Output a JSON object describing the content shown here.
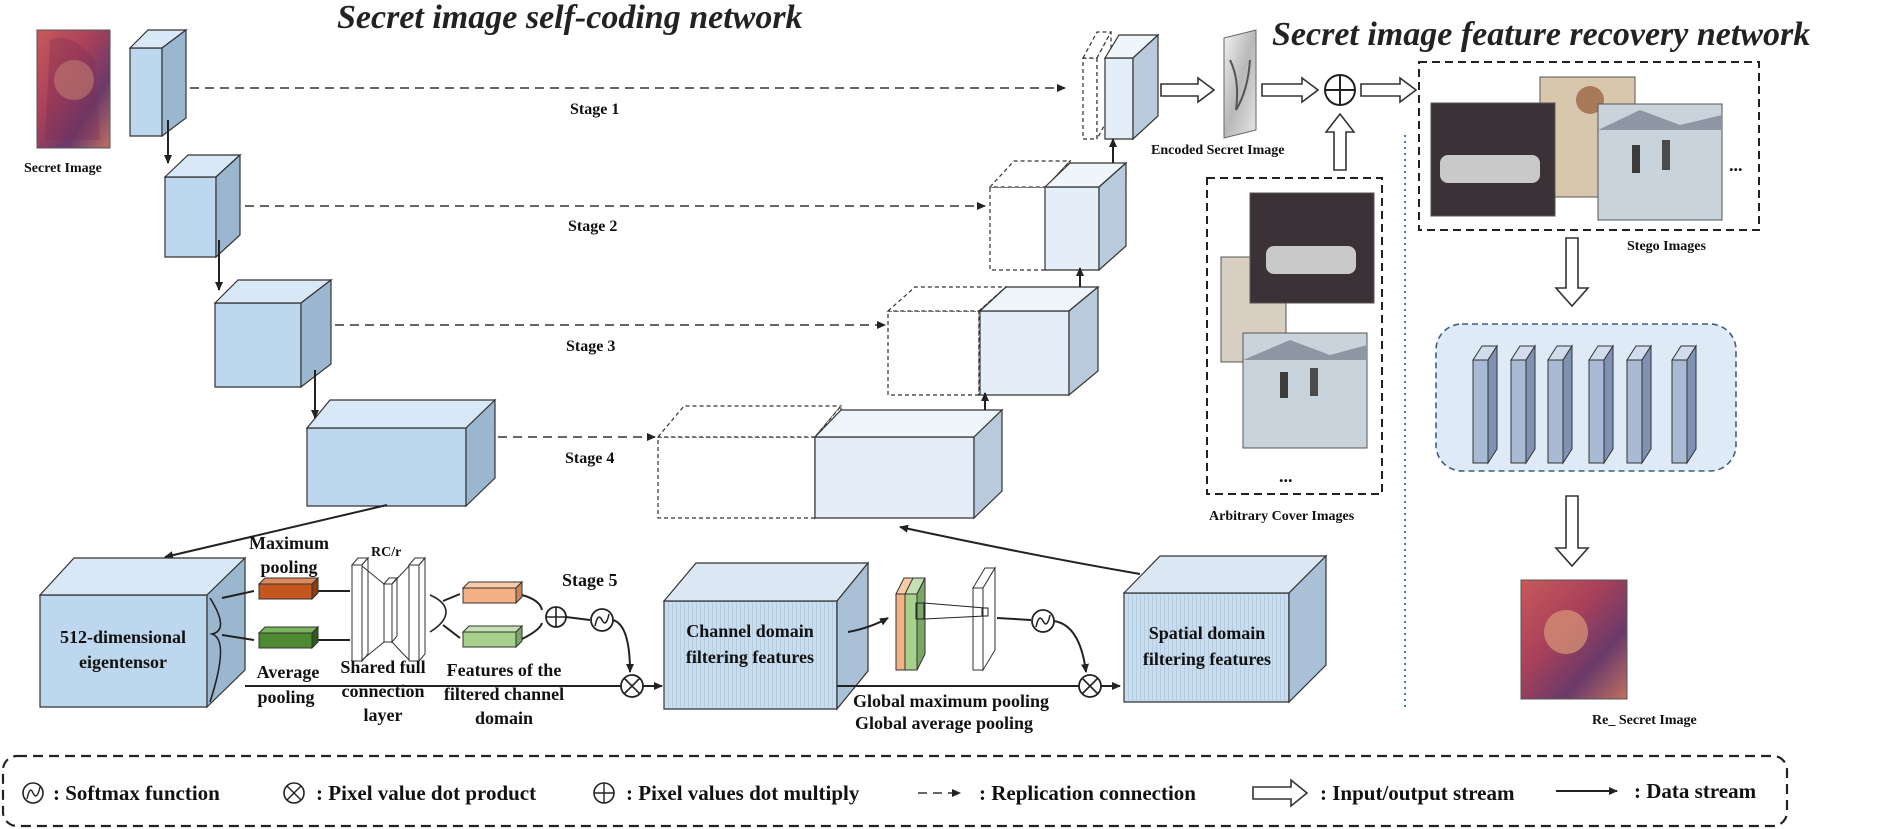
{
  "titles": {
    "left": "Secret image self-coding network",
    "right": "Secret image feature recovery network"
  },
  "labels": {
    "secret_image": "Secret Image",
    "encoded_secret_image": "Encoded Secret Image",
    "arbitrary_cover_images": "Arbitrary Cover Images",
    "stego_images": "Stego Images",
    "re_secret_image": "Re_ Secret Image",
    "ellipsis": "...",
    "rc_r": "RC/r",
    "eigentensor": [
      "512-dimensional",
      "eigentensor"
    ],
    "maximum_pooling": [
      "Maximum",
      "pooling"
    ],
    "average_pooling": [
      "Average",
      "pooling"
    ],
    "shared_fc": [
      "Shared full",
      "connection",
      "layer"
    ],
    "filtered_channel": [
      "Features of the",
      "filtered channel",
      "domain"
    ],
    "channel_domain": [
      "Channel domain",
      "filtering features"
    ],
    "spatial_domain": [
      "Spatial domain",
      "filtering features"
    ],
    "global_max_pooling": "Global maximum pooling",
    "global_avg_pooling": "Global average pooling"
  },
  "stages": [
    "Stage 1",
    "Stage 2",
    "Stage 3",
    "Stage 4",
    "Stage 5"
  ],
  "legend": [
    {
      "symbol": "softmax-symbol",
      "text": ": Softmax function"
    },
    {
      "symbol": "dot-product-symbol",
      "text": ": Pixel value dot product"
    },
    {
      "symbol": "dot-multiply-symbol",
      "text": ": Pixel values dot multiply"
    },
    {
      "symbol": "replication-arrow",
      "text": ": Replication connection"
    },
    {
      "symbol": "io-arrow",
      "text": ": Input/output stream"
    },
    {
      "symbol": "data-arrow",
      "text": ": Data stream"
    }
  ],
  "colors": {
    "block_front": "#bdd7ee",
    "block_top": "#d9e8f6",
    "block_side": "#9bb6cf",
    "max_pool": "#c5561f",
    "avg_pool": "#4e8a32",
    "filtered_orange": "#f4b183",
    "filtered_green": "#a9d18e",
    "recovery_bg": "#deebf7"
  }
}
